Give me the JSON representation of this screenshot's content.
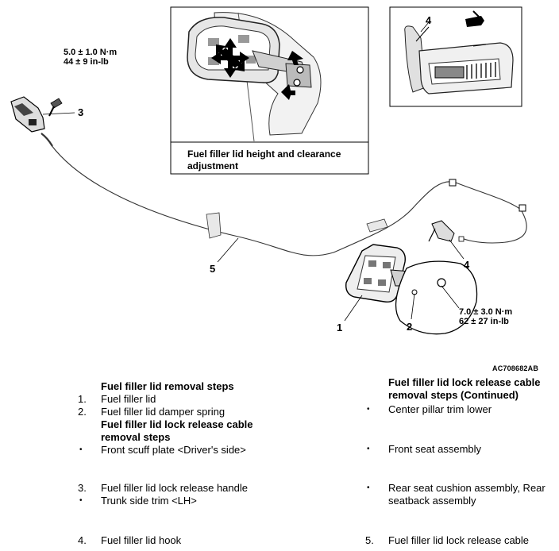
{
  "figure_id": "AC708682AB",
  "inset_caption": "Fuel filler lid height and clearance adjustment",
  "callouts": {
    "c1": "1",
    "c2": "2",
    "c3": "3",
    "c4_inset": "4",
    "c4_main": "4",
    "c5": "5"
  },
  "torques": {
    "handle_bolt_nm": "5.0 ± 1.0 N·m",
    "handle_bolt_inlb": "44 ± 9 in-lb",
    "lid_bolt_nm": "7.0 ± 3.0 N·m",
    "lid_bolt_inlb": "62 ± 27 in-lb"
  },
  "steps_left": {
    "heading": "Fuel filler lid removal steps",
    "items": [
      {
        "marker": "1.",
        "text": "Fuel filler lid"
      },
      {
        "marker": "2.",
        "text": "Fuel filler lid damper spring"
      },
      {
        "marker": "",
        "text": "Fuel filler lid lock release cable removal steps",
        "heading": true
      },
      {
        "marker": "•",
        "text": "Front scuff plate <Driver's side>"
      },
      {
        "marker": "3.",
        "text": "Fuel filler lid lock release handle"
      },
      {
        "marker": "•",
        "text": "Trunk side trim <LH>"
      },
      {
        "marker": "4.",
        "text": "Fuel filler lid hook"
      }
    ]
  },
  "steps_right": {
    "heading": "Fuel filler lid lock release cable removal steps (Continued)",
    "items": [
      {
        "marker": "•",
        "text": "Center pillar trim lower"
      },
      {
        "marker": "•",
        "text": "Front seat assembly"
      },
      {
        "marker": "•",
        "text": "Rear seat cushion assembly, Rear seatback assembly"
      },
      {
        "marker": "5.",
        "text": "Fuel filler lid lock release cable"
      }
    ]
  }
}
